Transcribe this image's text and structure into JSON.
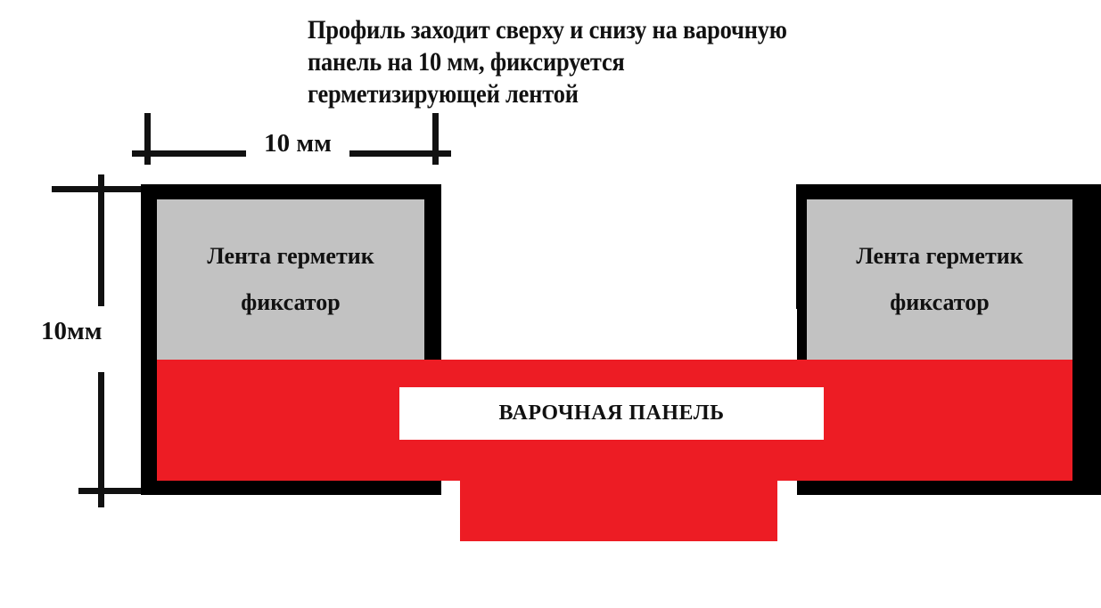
{
  "diagram": {
    "title_lines": [
      "Профиль заходит сверху и снизу на варочную",
      "панель на 10 мм, фиксируется",
      "герметизирующей лентой"
    ],
    "dimensions": {
      "horizontal_label": "10 мм",
      "vertical_label": "10мм"
    },
    "tape_left": {
      "line1": "Лента герметик",
      "line2": "фиксатор"
    },
    "tape_right": {
      "line1": "Лента герметик",
      "line2": "фиксатор"
    },
    "hob_label": "ВАРОЧНАЯ ПАНЕЛЬ",
    "colors": {
      "profile": "#000000",
      "tape": "#c2c2c2",
      "hob": "#ed1c24",
      "plate": "#ffffff",
      "text": "#111111"
    }
  }
}
